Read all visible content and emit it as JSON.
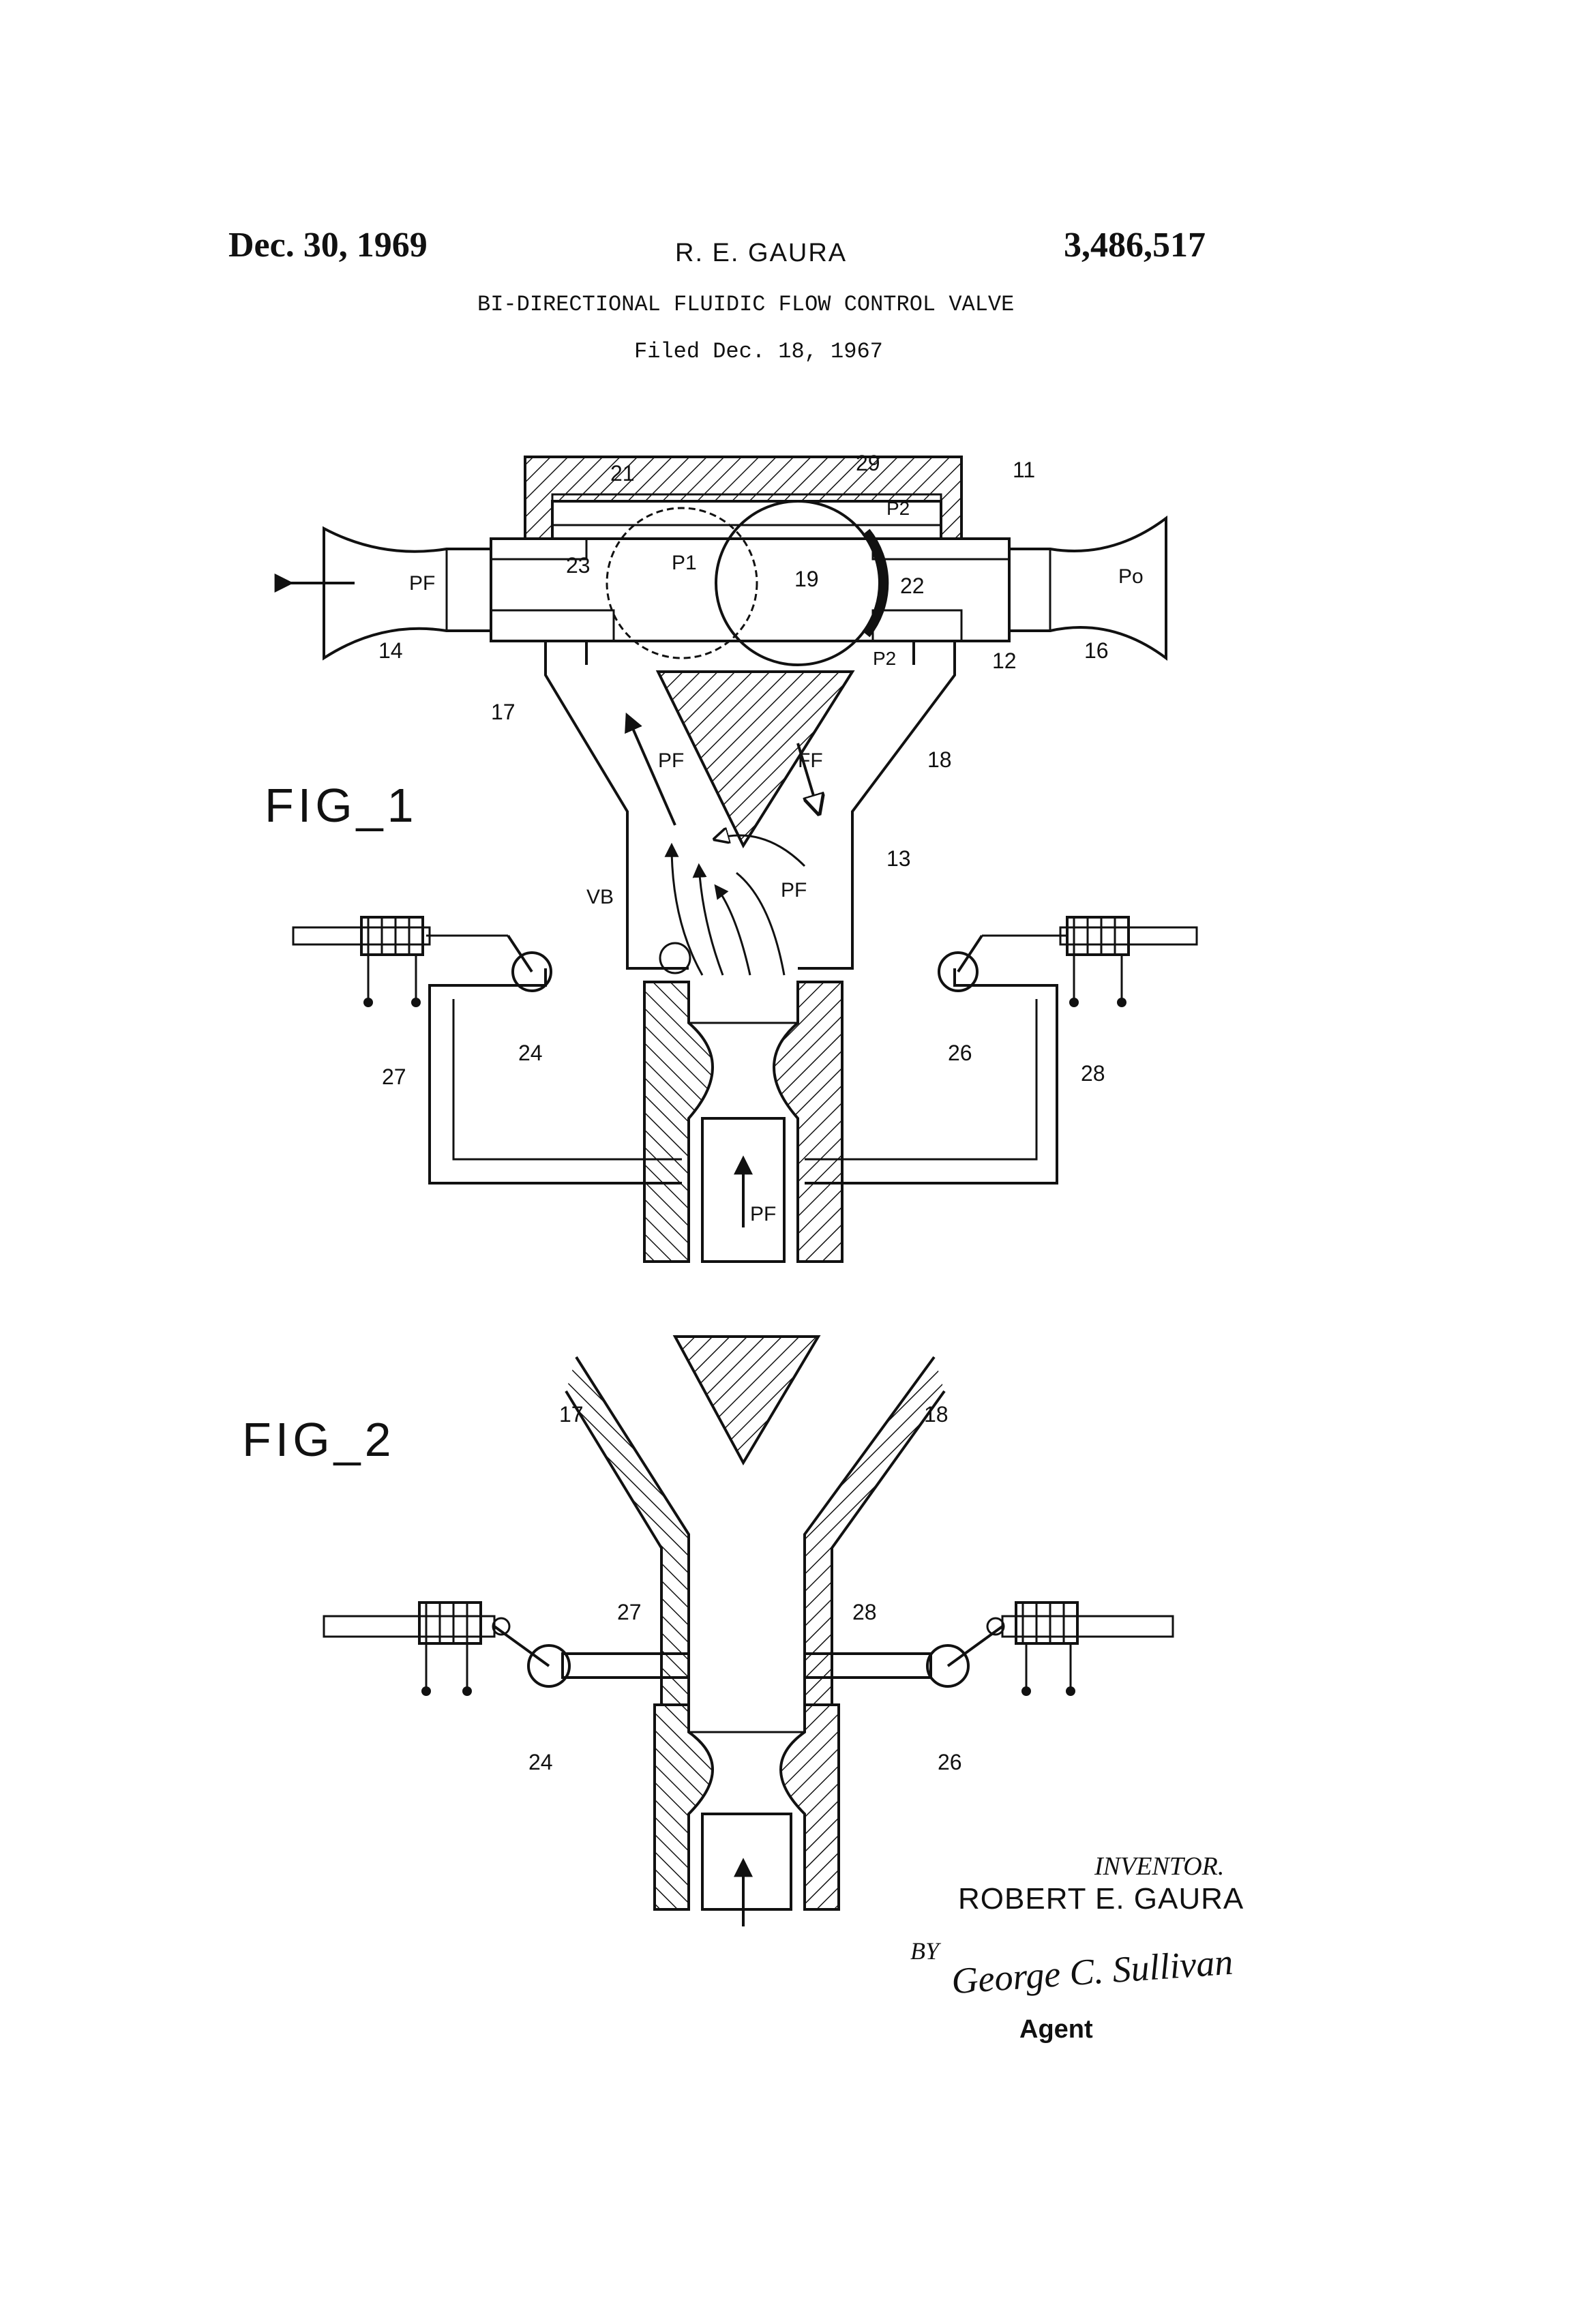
{
  "header": {
    "date": "Dec. 30, 1969",
    "inventor_short": "R. E. GAURA",
    "patent_number": "3,486,517",
    "title": "BI-DIRECTIONAL FLUIDIC FLOW CONTROL VALVE",
    "filed": "Filed Dec. 18, 1967"
  },
  "fig1": {
    "label": "FIG_1",
    "refs": {
      "r11": "11",
      "r12": "12",
      "r13": "13",
      "r14": "14",
      "r16": "16",
      "r17": "17",
      "r18": "18",
      "r19": "19",
      "r21": "21",
      "r22": "22",
      "r23": "23",
      "r24": "24",
      "r26": "26",
      "r27": "27",
      "r28": "28",
      "r29": "29"
    },
    "annotations": {
      "pf_outlet": "PF",
      "pf_left": "PF",
      "pf_mid": "PF",
      "pf_inlet": "PF",
      "ff": "FF",
      "vb": "VB",
      "p1": "P1",
      "p2_top": "P2",
      "p2_lower": "P2",
      "po": "Po"
    }
  },
  "fig2": {
    "label": "FIG_2",
    "refs": {
      "r17": "17",
      "r18": "18",
      "r24": "24",
      "r26": "26",
      "r27": "27",
      "r28": "28"
    }
  },
  "inventor_block": {
    "inventor_label": "INVENTOR.",
    "inventor_name": "ROBERT E. GAURA",
    "by": "BY",
    "signature": "George C. Sullivan",
    "agent": "Agent"
  }
}
